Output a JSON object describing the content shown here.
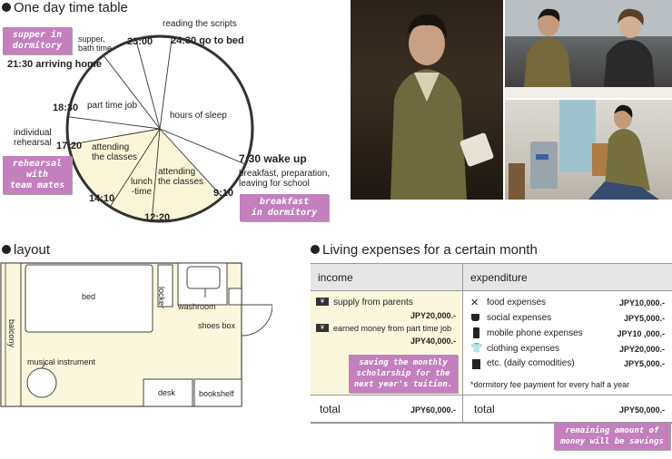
{
  "timetable": {
    "title": "One day time table",
    "times": {
      "t2300": "23:00",
      "t2430": "24:30 go to bed",
      "t2130": "21:30 arriving home",
      "t1830": "18:30",
      "t1720": "17:20",
      "t1410": "14:10",
      "t1220": "12:20",
      "t0910": "9:10",
      "t0730": "7:30 wake up"
    },
    "labels": {
      "reading": "reading the scripts",
      "supper": "supper,\nbath time",
      "part_time": "part time job",
      "hours_sleep": "hours of sleep",
      "individual": "individual\nrehearsal",
      "attending1": "attending\nthe classes",
      "attending2": "attending\nthe classes",
      "lunch": "lunch\n-time",
      "breakfast_prep": "breakfast, preparation,\nleaving for school"
    },
    "notes": {
      "supper_dorm": "supper in\ndormitory",
      "rehearsal_team": "rehearsal\nwith\nteam mates",
      "breakfast_dorm": "breakfast\nin dormitory"
    }
  },
  "layout": {
    "title": "layout",
    "labels": {
      "bed": "bed",
      "locker": "locker",
      "washroom": "washroom",
      "shoes_box": "shoes box",
      "balcony": "balcony",
      "musical_instrument": "musical instrument",
      "desk": "desk",
      "bookshelf": "bookshelf"
    }
  },
  "expenses": {
    "title": "Living expenses for a certain month",
    "income_header": "income",
    "expenditure_header": "expenditure",
    "income_rows": [
      {
        "label": "supply from parents",
        "value": "JPY20,000.-"
      },
      {
        "label": "earned money from part time job",
        "value": "JPY40,000.-"
      }
    ],
    "expenditure_rows": [
      {
        "icon": "fork-knife-icon",
        "label": "food expenses",
        "value": "JPY10,000.-"
      },
      {
        "icon": "cup-icon",
        "label": "social expenses",
        "value": "JPY5,000.-"
      },
      {
        "icon": "mobile-phone-icon",
        "label": "mobile phone expenses",
        "value": "JPY10 ,000.-"
      },
      {
        "icon": "tshirt-icon",
        "label": "clothing expenses",
        "value": "JPY20,000.-"
      },
      {
        "icon": "book-icon",
        "label": "etc. (daily comodities)",
        "value": "JPY5,000.-"
      }
    ],
    "dorm_note": "*dormitory fee payment for every half a year",
    "income_total_label": "total",
    "income_total_value": "JPY60,000.-",
    "exp_total_label": "total",
    "exp_total_value": "JPY50,000.-",
    "saving_note": "saving the monthly\nscholarship for the\nnext year's tuition.",
    "remaining_note": "remaining amount of\nmoney will be savings",
    "yen_icon_text": "¥"
  },
  "colors": {
    "accent_pink": "#c47fbe",
    "clock_fill": "#fbf6d8",
    "table_header": "#e6e6e6",
    "income_bg": "#fbf7dd"
  }
}
